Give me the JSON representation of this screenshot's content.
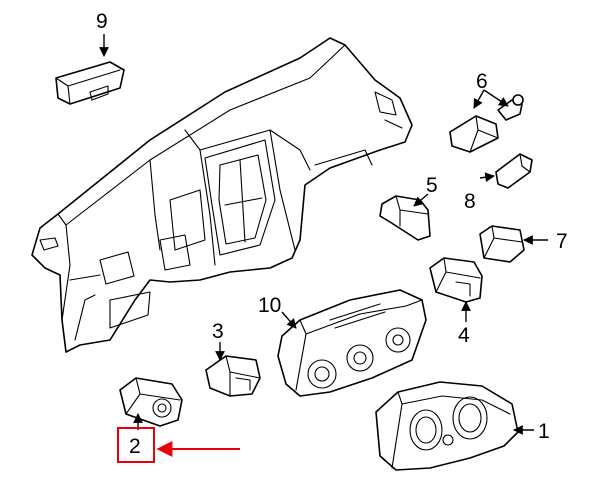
{
  "callouts": {
    "c1": "1",
    "c2": "2",
    "c3": "3",
    "c4": "4",
    "c5": "5",
    "c6": "6",
    "c7": "7",
    "c8": "8",
    "c9": "9",
    "c10": "10"
  },
  "colors": {
    "line": "#000000",
    "background": "#ffffff",
    "highlight": "#e8000b"
  },
  "highlighted_callout": "2"
}
